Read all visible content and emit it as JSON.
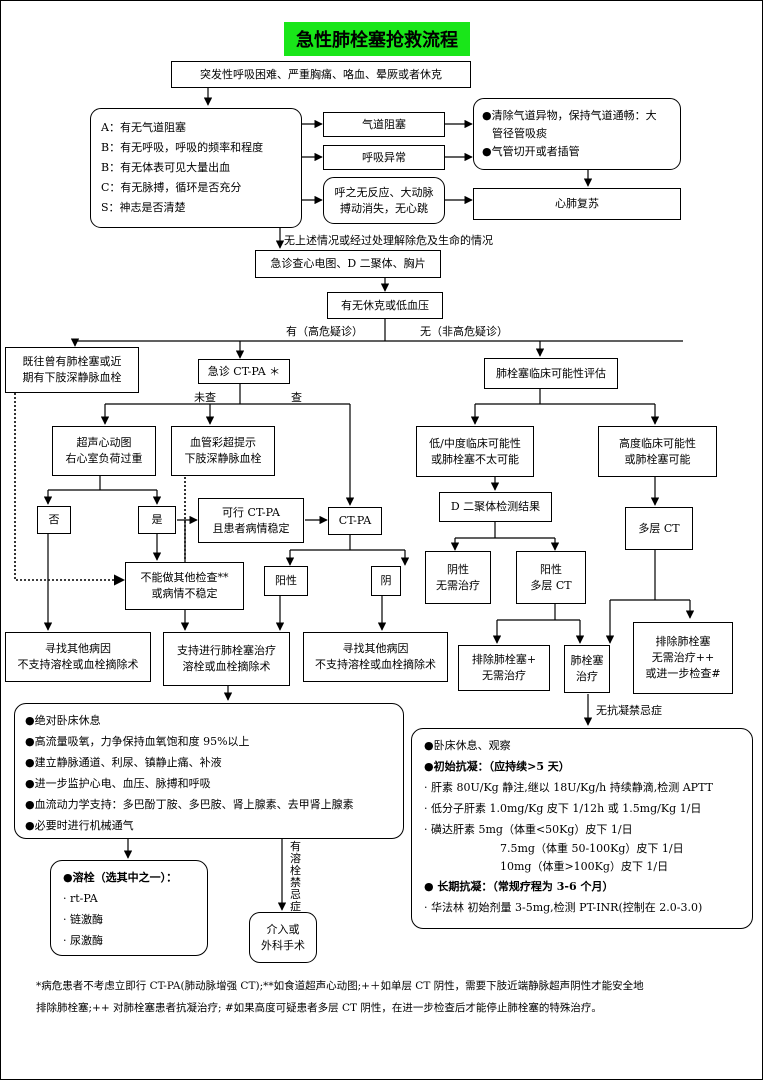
{
  "title": "急性肺栓塞抢救流程",
  "nodes": {
    "start": "突发性呼吸困难、严重胸痛、咯血、晕厥或者休克",
    "abcs": [
      "A：有无气道阻塞",
      "B：有无呼吸，呼吸的频率和程度",
      "B：有无体表可见大量出血",
      "C：有无脉搏，循环是否充分",
      "S：神志是否清楚"
    ],
    "airway": "气道阻塞",
    "breathing": "呼吸异常",
    "no_pulse": [
      "呼之无反应、大动脉",
      "搏动消失，无心跳"
    ],
    "airway_action": [
      "●清除气道异物，保持气道通畅：大",
      "管径管吸痰",
      "●气管切开或者插管"
    ],
    "cpr": "心肺复苏",
    "emergency_tests": "急诊查心电图、D 二聚体、胸片",
    "shock": "有无休克或低血压",
    "history": [
      "既往曾有肺栓塞或近",
      "期有下肢深静脉血栓"
    ],
    "ctpa": "急诊 CT-PA ＊",
    "assessment": "肺栓塞临床可能性评估",
    "echo": [
      "超声心动图",
      "右心室负荷过重"
    ],
    "ultrasound": [
      "血管彩超提示",
      "下肢深静脉血栓"
    ],
    "no": "否",
    "yes": "是",
    "can_ctpa": [
      "可行 CT-PA",
      "且患者病情稳定"
    ],
    "ctpa2": "CT-PA",
    "low_prob": [
      "低/中度临床可能性",
      "或肺栓塞不太可能"
    ],
    "high_prob": [
      "高度临床可能性",
      "或肺栓塞可能"
    ],
    "ddimer": "D 二聚体检测结果",
    "multi_ct": "多层 CT",
    "cannot": [
      "不能做其他检查**",
      "或病情不稳定"
    ],
    "positive": "阳性",
    "negative": "阴",
    "neg_result": [
      "阴性",
      "无需治疗"
    ],
    "pos_result": [
      "阳性",
      "多层 CT"
    ],
    "exclude_pe": [
      "排除肺栓塞+",
      "无需治疗"
    ],
    "pe_treat": [
      "肺栓塞",
      "治疗"
    ],
    "exclude_pe2": [
      "排除肺栓塞",
      "无需治疗++",
      "或进一步检查#"
    ],
    "seek_left": [
      "寻找其他病因",
      "不支持溶栓或血栓摘除术"
    ],
    "support": [
      "支持进行肺栓塞治疗",
      "溶栓或血栓摘除术"
    ],
    "seek_right": [
      "寻找其他病因",
      "不支持溶栓或血栓摘除术"
    ],
    "general_care": [
      "●绝对卧床休息",
      "●高流量吸氧，力争保持血氧饱和度 95%以上",
      "●建立静脉通道、利尿、镇静止痛、补液",
      "●进一步监护心电、血压、脉搏和呼吸",
      "●血流动力学支持：多巴酚丁胺、多巴胺、肾上腺素、去甲肾上腺素",
      "●必要时进行机械通气"
    ],
    "thrombolysis_title": "●溶栓（选其中之一）：",
    "thrombolysis": [
      "· rt-PA",
      "· 链激酶",
      "· 尿激酶"
    ],
    "intervention": [
      "介入或",
      "外科手术"
    ],
    "anticoag": {
      "rest": "●卧床休息、观察",
      "initial": "●初始抗凝：（应持续>5 天）",
      "items": [
        "· 肝素  80U/Kg 静注,继以 18U/Kg/h 持续静滴,检测 APTT",
        "· 低分子肝素 1.0mg/Kg 皮下 1/12h 或 1.5mg/Kg 1/日",
        "· 磺达肝素  5mg（体重<50Kg）皮下 1/日",
        "7.5mg（体重  50-100Kg）皮下  1/日",
        "10mg（体重>100Kg）皮下 1/日"
      ],
      "longterm": "●    长期抗凝：（常规疗程为 3-6 个月）",
      "warfarin": "· 华法林  初始剂量 3-5mg,检测 PT-INR(控制在 2.0-3.0)"
    }
  },
  "labels": {
    "no_threat": "无上述情况或经过处理解除危及生命的情况",
    "yes_high": "有（高危疑诊）",
    "no_nonhigh": "无（非高危疑诊）",
    "not_checked": "未查",
    "checked": "查",
    "contra_anticoag": "无抗凝禁忌症",
    "contra_lysis": [
      "有",
      "溶",
      "栓",
      "禁",
      "忌",
      "症"
    ]
  },
  "footnote": [
    "*病危患者不考虑立即行 CT-PA(肺动脉增强 CT);**如食道超声心动图;+＋如单层 CT 阴性，需要下肢近端静脉超声阴性才能安全地",
    "  排除肺栓塞;++  对肺栓塞患者抗凝治疗; #如果高度可疑患者多层 CT 阴性，在进一步检查后才能停止肺栓塞的特殊治疗。"
  ]
}
